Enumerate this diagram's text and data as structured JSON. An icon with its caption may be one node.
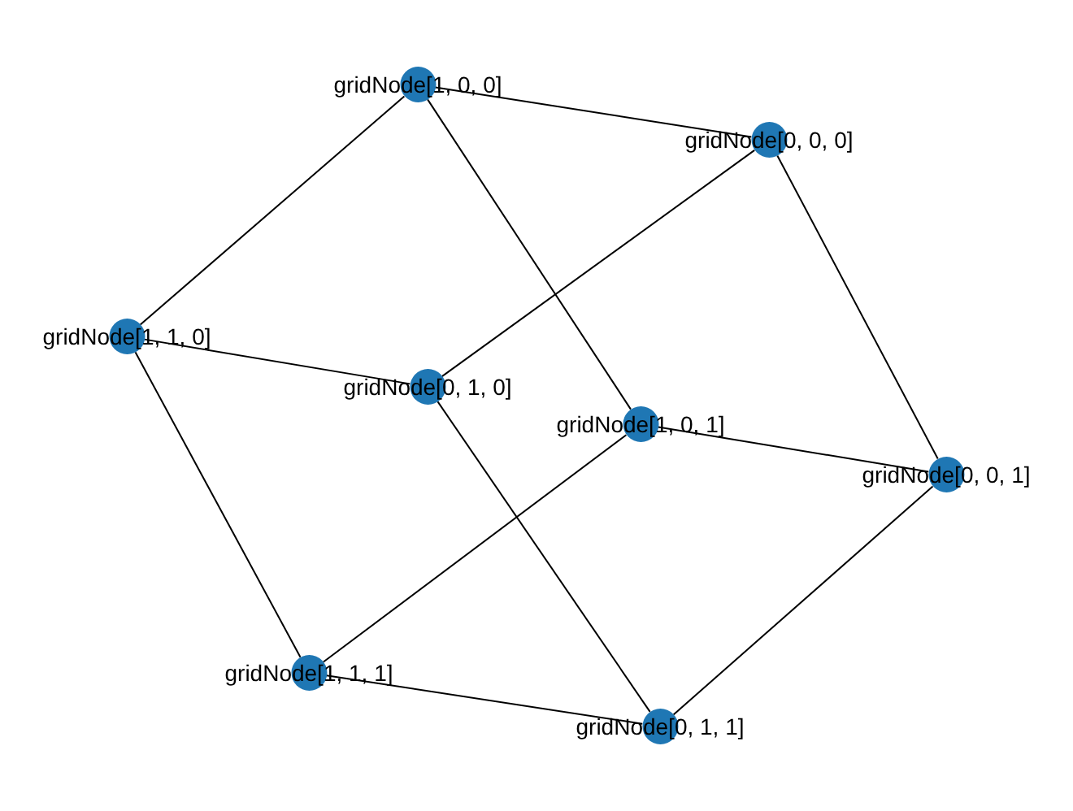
{
  "diagram": {
    "nodes": [
      {
        "text": [
          "gridNode[1, 0, 0]"
        ]
      },
      {
        "text": [
          "gridNode[0, 0, 0]"
        ]
      },
      {
        "text": [
          "gridNode[1, 1, 0]"
        ]
      },
      {
        "text": [
          "gridNode[0, 1, 0]"
        ]
      },
      {
        "text": [
          "gridNode[1, 0, 1]"
        ]
      },
      {
        "text": [
          "gridNode[0, 0, 1]"
        ]
      },
      {
        "text": [
          "gridNode[1, 1, 1]"
        ]
      },
      {
        "text": [
          "gridNode[0, 1, 1]"
        ]
      }
    ],
    "edges": [
      {
        "from": 0,
        "to": 1,
        "arrow": "none"
      },
      {
        "from": 0,
        "to": 2,
        "arrow": "none"
      },
      {
        "from": 0,
        "to": 4,
        "arrow": "none"
      },
      {
        "from": 1,
        "to": 3,
        "arrow": "none"
      },
      {
        "from": 1,
        "to": 5,
        "arrow": "none"
      },
      {
        "from": 2,
        "to": 3,
        "arrow": "none"
      },
      {
        "from": 2,
        "to": 6,
        "arrow": "none"
      },
      {
        "from": 3,
        "to": 7,
        "arrow": "none"
      },
      {
        "from": 4,
        "to": 5,
        "arrow": "none"
      },
      {
        "from": 4,
        "to": 6,
        "arrow": "none"
      },
      {
        "from": 5,
        "to": 7,
        "arrow": "none"
      },
      {
        "from": 6,
        "to": 7,
        "arrow": "none"
      }
    ]
  }
}
